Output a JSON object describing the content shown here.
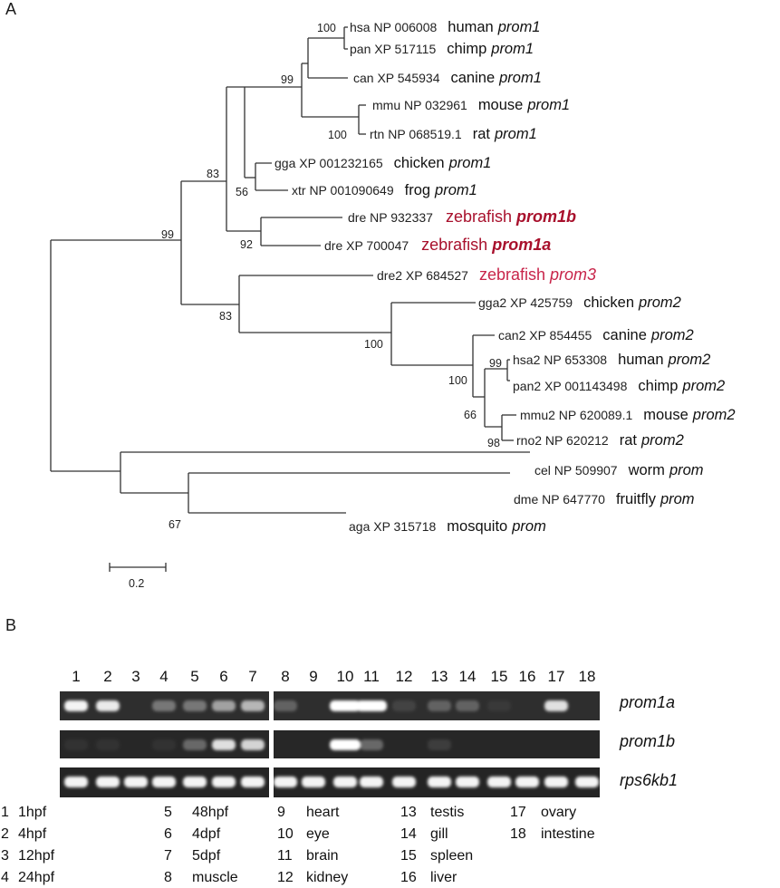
{
  "panel_a": {
    "label": "A",
    "taxa": [
      {
        "acc": "hsa NP 006008",
        "species": "human",
        "gene": "prom1",
        "highlight": false
      },
      {
        "acc": "pan XP 517115",
        "species": "chimp",
        "gene": "prom1",
        "highlight": false
      },
      {
        "acc": "can XP 545934",
        "species": "canine",
        "gene": "prom1",
        "highlight": false
      },
      {
        "acc": "mmu NP 032961",
        "species": "mouse",
        "gene": "prom1",
        "highlight": false
      },
      {
        "acc": "rtn NP 068519.1",
        "species": "rat",
        "gene": "prom1",
        "highlight": false
      },
      {
        "acc": "gga XP 001232165",
        "species": "chicken",
        "gene": "prom1",
        "highlight": false
      },
      {
        "acc": "xtr NP 001090649",
        "species": "frog",
        "gene": "prom1",
        "highlight": false
      },
      {
        "acc": "dre NP 932337",
        "species": "zebrafish",
        "gene": "prom1b",
        "highlight": true
      },
      {
        "acc": "dre XP 700047",
        "species": "zebrafish",
        "gene": "prom1a",
        "highlight": true
      },
      {
        "acc": "dre2 XP 684527",
        "species": "zebrafish",
        "gene": "prom3",
        "highlight": true
      },
      {
        "acc": "gga2 XP 425759",
        "species": "chicken",
        "gene": "prom2",
        "highlight": false
      },
      {
        "acc": "can2 XP 854455",
        "species": "canine",
        "gene": "prom2",
        "highlight": false
      },
      {
        "acc": "hsa2 NP 653308",
        "species": "human",
        "gene": "prom2",
        "highlight": false
      },
      {
        "acc": "pan2 XP 001143498",
        "species": "chimp",
        "gene": "prom2",
        "highlight": false
      },
      {
        "acc": "mmu2 NP 620089.1",
        "species": "mouse",
        "gene": "prom2",
        "highlight": false
      },
      {
        "acc": "rno2 NP 620212",
        "species": "rat",
        "gene": "prom2",
        "highlight": false
      },
      {
        "acc": "cel NP 509907",
        "species": "worm",
        "gene": "prom",
        "highlight": false
      },
      {
        "acc": "dme NP 647770",
        "species": "fruitfly",
        "gene": "prom",
        "highlight": false
      },
      {
        "acc": "aga XP 315718",
        "species": "mosquito",
        "gene": "prom",
        "highlight": false
      }
    ],
    "bootstrap_values": [
      "100",
      "99",
      "100",
      "83",
      "56",
      "99",
      "92",
      "83",
      "100",
      "99",
      "100",
      "66",
      "98",
      "67"
    ],
    "scale_bar_label": "0.2",
    "colors": {
      "branch": "#333333",
      "highlight": "#a8102c",
      "highlight_prom3": "#c8254a"
    }
  },
  "panel_b": {
    "label": "B",
    "lanes": [
      "1",
      "2",
      "3",
      "4",
      "5",
      "6",
      "7",
      "8",
      "9",
      "10",
      "11",
      "12",
      "13",
      "14",
      "15",
      "16",
      "17",
      "18"
    ],
    "genes": [
      "prom1a",
      "prom1b",
      "rps6kb1"
    ],
    "band_intensity": {
      "prom1a": [
        0.95,
        0.9,
        0.0,
        0.35,
        0.35,
        0.55,
        0.65,
        0.25,
        0.0,
        1.0,
        1.0,
        0.1,
        0.25,
        0.25,
        0.05,
        0.0,
        0.85,
        0.0
      ],
      "prom1b": [
        0.05,
        0.05,
        0.0,
        0.05,
        0.3,
        0.85,
        0.8,
        0.0,
        0.0,
        1.0,
        0.3,
        0.0,
        0.1,
        0.0,
        0.0,
        0.0,
        0.0,
        0.0
      ],
      "rps6kb1": [
        0.95,
        0.95,
        0.95,
        0.95,
        0.95,
        0.95,
        0.95,
        0.95,
        0.95,
        0.95,
        0.95,
        0.95,
        0.95,
        0.95,
        0.95,
        0.95,
        0.95,
        0.95
      ]
    },
    "legend": [
      {
        "num": "1",
        "label": "1hpf"
      },
      {
        "num": "2",
        "label": "4hpf"
      },
      {
        "num": "3",
        "label": "12hpf"
      },
      {
        "num": "4",
        "label": "24hpf"
      },
      {
        "num": "5",
        "label": "48hpf"
      },
      {
        "num": "6",
        "label": "4dpf"
      },
      {
        "num": "7",
        "label": "5dpf"
      },
      {
        "num": "8",
        "label": "muscle"
      },
      {
        "num": "9",
        "label": "heart"
      },
      {
        "num": "10",
        "label": "eye"
      },
      {
        "num": "11",
        "label": "brain"
      },
      {
        "num": "12",
        "label": "kidney"
      },
      {
        "num": "13",
        "label": "testis"
      },
      {
        "num": "14",
        "label": "gill"
      },
      {
        "num": "15",
        "label": "spleen"
      },
      {
        "num": "16",
        "label": "liver"
      },
      {
        "num": "17",
        "label": "ovary"
      },
      {
        "num": "18",
        "label": "intestine"
      }
    ]
  }
}
